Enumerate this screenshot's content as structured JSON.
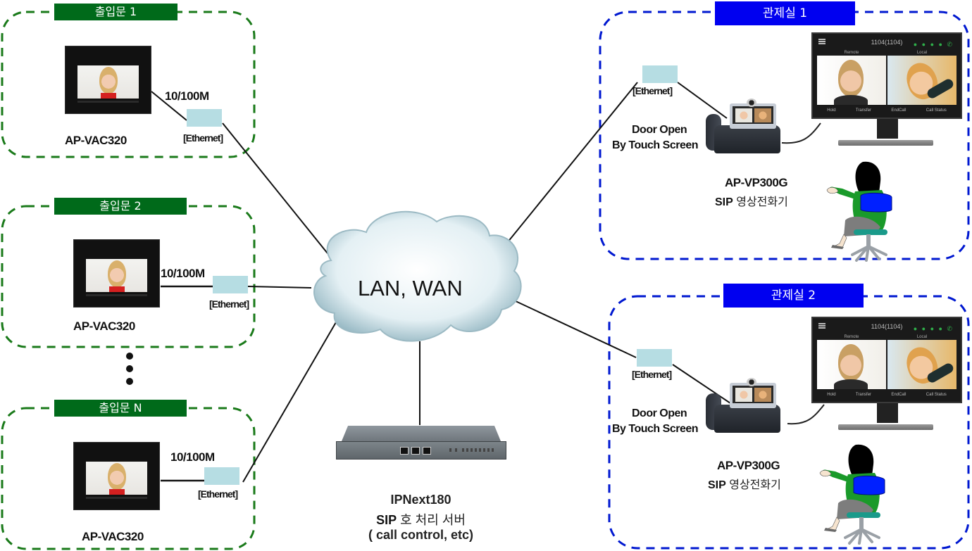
{
  "diagram": {
    "network": {
      "label": "LAN, WAN"
    },
    "door_zones": [
      {
        "title": "출입문 1",
        "device_model": "AP-VAC320",
        "link_speed": "10/100M",
        "connector_label": "[Ethernet]"
      },
      {
        "title": "출입문  2",
        "device_model": "AP-VAC320",
        "link_speed": "10/100M",
        "connector_label": "[Ethernet]"
      },
      {
        "title": "출입문 N",
        "device_model": "AP-VAC320",
        "link_speed": "10/100M",
        "connector_label": "[Ethernet]"
      }
    ],
    "control_rooms": [
      {
        "title": "관제실 1",
        "connector_label": "[Ethernet]",
        "door_open_line1": "Door Open",
        "door_open_line2": "By Touch Screen",
        "device_model": "AP-VP300G",
        "device_prefix": "SIP",
        "device_desc": " 영상전화기",
        "monitor": {
          "extension": "1104(1104)",
          "remote_label": "Remote",
          "local_label": "Local",
          "buttons": [
            "Hold",
            "Transfer",
            "EndCall",
            "Call Status"
          ]
        }
      },
      {
        "title": "관제실 2",
        "connector_label": "[Ethernet]",
        "door_open_line1": "Door Open",
        "door_open_line2": "By Touch Screen",
        "device_model": "AP-VP300G",
        "device_prefix": "SIP",
        "device_desc": " 영상전화기",
        "monitor": {
          "extension": "1104(1104)",
          "remote_label": "Remote",
          "local_label": "Local",
          "buttons": [
            "Hold",
            "Transfer",
            "EndCall",
            "Call Status"
          ]
        }
      }
    ],
    "server": {
      "model": "IPNext180",
      "prefix": "SIP",
      "desc": " 호 처리 서버",
      "note": "( call control, etc)"
    },
    "colors": {
      "door_zone": "#1a7a1a",
      "door_title_bg": "#006a1a",
      "control_zone": "#0018d0",
      "control_title_bg": "#0000f0",
      "ethernet_box": "#b6dde3"
    }
  }
}
